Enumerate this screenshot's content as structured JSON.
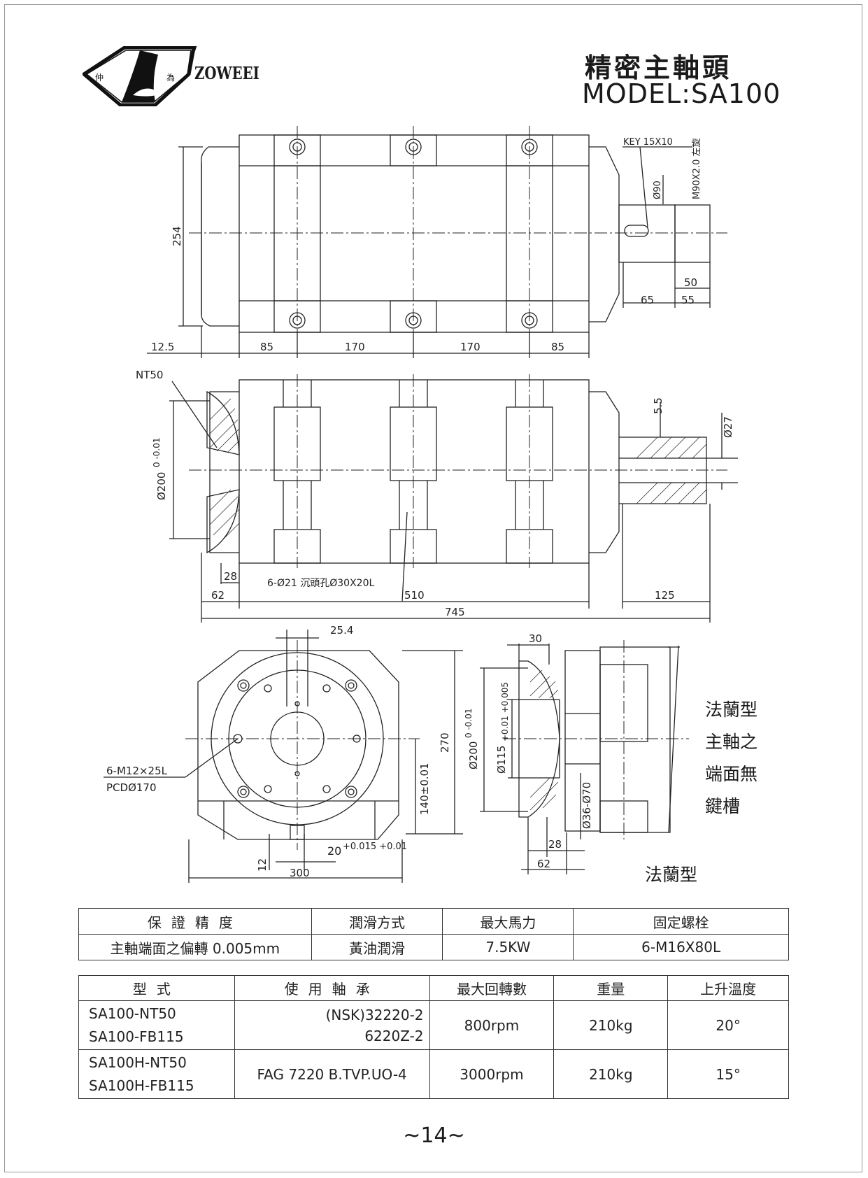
{
  "header": {
    "brand": "ZOWEEI",
    "logo_chars": [
      "仲",
      "為"
    ],
    "title_cn": "精密主軸頭",
    "title_model": "MODEL:SA100"
  },
  "drawing": {
    "dims": {
      "d254": "254",
      "d12_5": "12.5",
      "d85a": "85",
      "d170a": "170",
      "d170b": "170",
      "d85b": "85",
      "d65": "65",
      "d50": "50",
      "d55": "55",
      "key": "KEY 15X10",
      "d90": "Ø90",
      "thread": "M90X2.0 左旋",
      "nt50": "NT50",
      "d200": "Ø200",
      "d200_tol": "0 -0.01",
      "d5_5": "5.5",
      "d27": "Ø27",
      "d28": "28",
      "holes": "6-Ø21 沉頭孔Ø30X20L",
      "d62": "62",
      "d510": "510",
      "d125": "125",
      "d745": "745",
      "d25_4": "25.4",
      "m12": "6-M12×25L",
      "pcd": "PCDØ170",
      "d270": "270",
      "d140": "140±0.01",
      "d20": "20",
      "d20_tol": "+0.015 +0.01",
      "d12": "12",
      "d300": "300",
      "d30": "30",
      "d200b": "Ø200",
      "d200b_tol": "0 -0.01",
      "d115": "Ø115",
      "d115_tol": "+0.01 +0.005",
      "d36_70": "Ø36-Ø70",
      "d28b": "28",
      "d62b": "62"
    },
    "side_note": [
      "法蘭型",
      "主軸之",
      "端面無",
      "鍵槽"
    ],
    "flange_label": "法蘭型"
  },
  "spec_table": {
    "headers": [
      "保證精度",
      "潤滑方式",
      "最大馬力",
      "固定螺栓"
    ],
    "row": [
      "主軸端面之偏轉 0.005mm",
      "黃油潤滑",
      "7.5KW",
      "6-M16X80L"
    ]
  },
  "model_table": {
    "headers": [
      "型式",
      "使用軸承",
      "最大回轉數",
      "重量",
      "上升溫度"
    ],
    "rows": [
      {
        "models": [
          "SA100-NT50",
          "SA100-FB115"
        ],
        "bearing": [
          "(NSK)32220-2",
          "6220Z-2"
        ],
        "rpm": "800rpm",
        "weight": "210kg",
        "temp": "20°"
      },
      {
        "models": [
          "SA100H-NT50",
          "SA100H-FB115"
        ],
        "bearing": [
          "FAG 7220 B.TVP.UO-4"
        ],
        "rpm": "3000rpm",
        "weight": "210kg",
        "temp": "15°"
      }
    ]
  },
  "page_number": "~14~"
}
